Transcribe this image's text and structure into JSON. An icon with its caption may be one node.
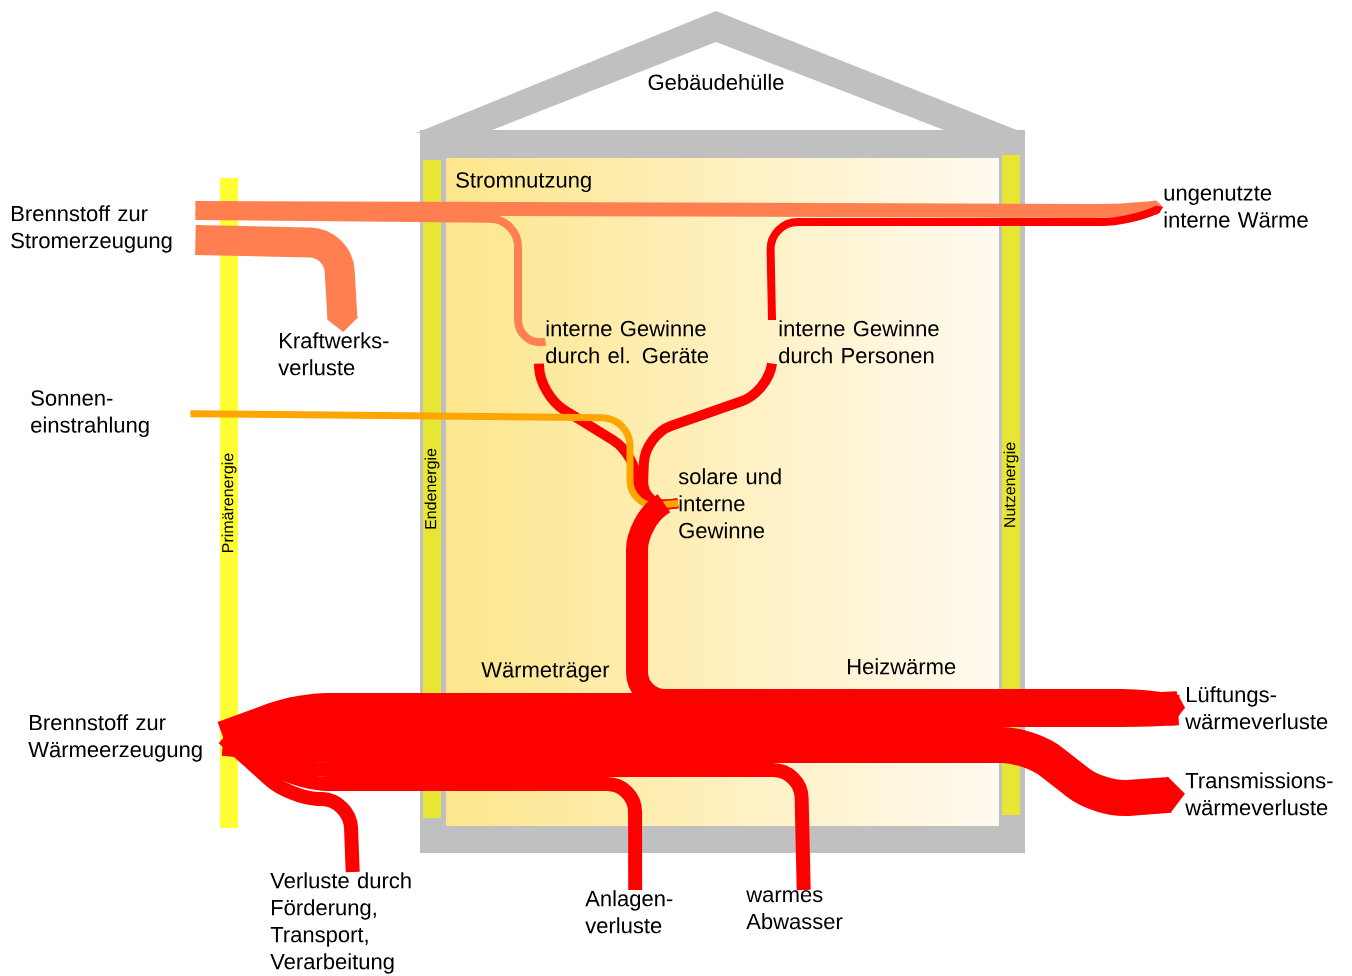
{
  "diagram": {
    "nodes": [
      {
        "text": [
          "Brennstoff zur Stromerzeugung"
        ]
      },
      {
        "text": [
          "Kraftwerks- verluste"
        ]
      },
      {
        "text": [
          "ungenutzte interne Wärme"
        ]
      },
      {
        "text": [
          "interne Gewinne durch el. Geräte"
        ]
      },
      {
        "text": [
          "interne Gewinne durch Personen"
        ]
      },
      {
        "text": [
          "Sonnen- einstrahlung"
        ]
      },
      {
        "text": [
          "solare und interne Gewinne"
        ]
      },
      {
        "text": [
          "Brennstoff zur Wärmeerzeugung"
        ]
      },
      {
        "text": [
          "Verluste durch Förderung, Transport, Verarbeitung"
        ]
      },
      {
        "text": [
          "Anlagen- verluste"
        ]
      },
      {
        "text": [
          "warmes Abwasser"
        ]
      },
      {
        "text": [
          "Lüftungs- wärmeverluste"
        ]
      },
      {
        "text": [
          "Transmissions- wärmeverluste"
        ]
      }
    ],
    "edges": [
      {
        "from": 0,
        "to": 1,
        "arrow": "to",
        "color": "#ff7f50",
        "style": "thick"
      },
      {
        "from": 0,
        "to": 2,
        "arrow": "to",
        "color": "#ff7f50"
      },
      {
        "from": 0,
        "to": 3,
        "arrow": "none",
        "color": "#ff7f50"
      },
      {
        "from": 3,
        "to": 6,
        "arrow": "none"
      },
      {
        "from": 4,
        "to": 6,
        "arrow": "none"
      },
      {
        "from": 4,
        "to": 2,
        "arrow": "to"
      },
      {
        "from": 5,
        "to": 6,
        "arrow": "none",
        "color": "#ffa500"
      },
      {
        "from": 6,
        "to": 11,
        "arrow": "to"
      },
      {
        "from": 7,
        "to": 8,
        "arrow": "none"
      },
      {
        "from": 7,
        "to": 9,
        "arrow": "none"
      },
      {
        "from": 7,
        "to": 10,
        "arrow": "none"
      },
      {
        "from": 7,
        "to": 11,
        "arrow": "to",
        "style": "thick"
      },
      {
        "from": 7,
        "to": 12,
        "arrow": "to",
        "style": "thick"
      }
    ],
    "labels": [
      "Gebäudehülle",
      "Stromnutzung",
      "Primärenergie",
      "Endenergie",
      "Nutzenergie",
      "Wärmeträger",
      "Heizwärme"
    ]
  }
}
